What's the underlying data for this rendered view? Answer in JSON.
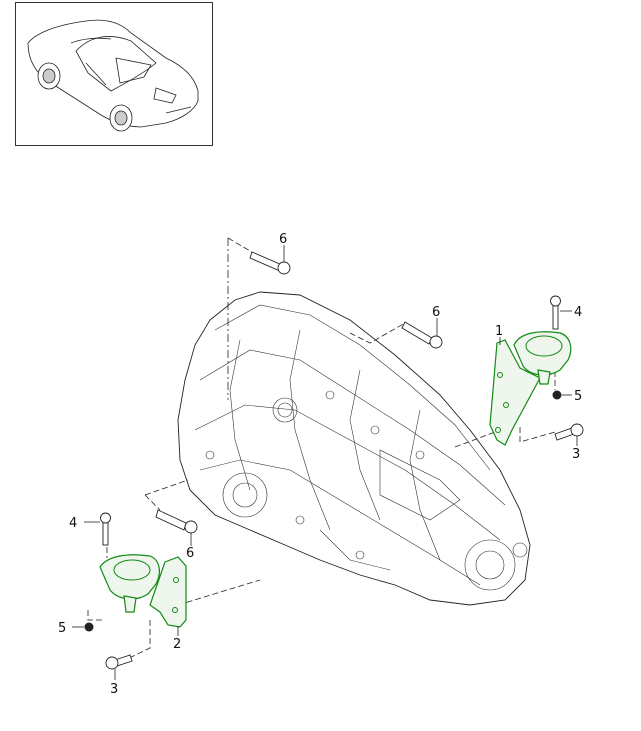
{
  "thumbnail": {
    "subject": "Convertible sports car, top view illustration"
  },
  "diagram": {
    "title": "Transmission mounting",
    "accent_color": "#138a13",
    "callouts": [
      {
        "id": "c1",
        "label": "1",
        "part": "Transmission bracket, right"
      },
      {
        "id": "c2",
        "label": "2",
        "part": "Transmission bracket, left"
      },
      {
        "id": "c3a",
        "label": "3",
        "part": "Bolt"
      },
      {
        "id": "c3b",
        "label": "3",
        "part": "Bolt"
      },
      {
        "id": "c4a",
        "label": "4",
        "part": "Bolt"
      },
      {
        "id": "c4b",
        "label": "4",
        "part": "Bolt"
      },
      {
        "id": "c5a",
        "label": "5",
        "part": "Nut"
      },
      {
        "id": "c5b",
        "label": "5",
        "part": "Nut"
      },
      {
        "id": "c6a",
        "label": "6",
        "part": "Bolt"
      },
      {
        "id": "c6b",
        "label": "6",
        "part": "Bolt"
      },
      {
        "id": "c6c",
        "label": "6",
        "part": "Bolt"
      }
    ]
  }
}
